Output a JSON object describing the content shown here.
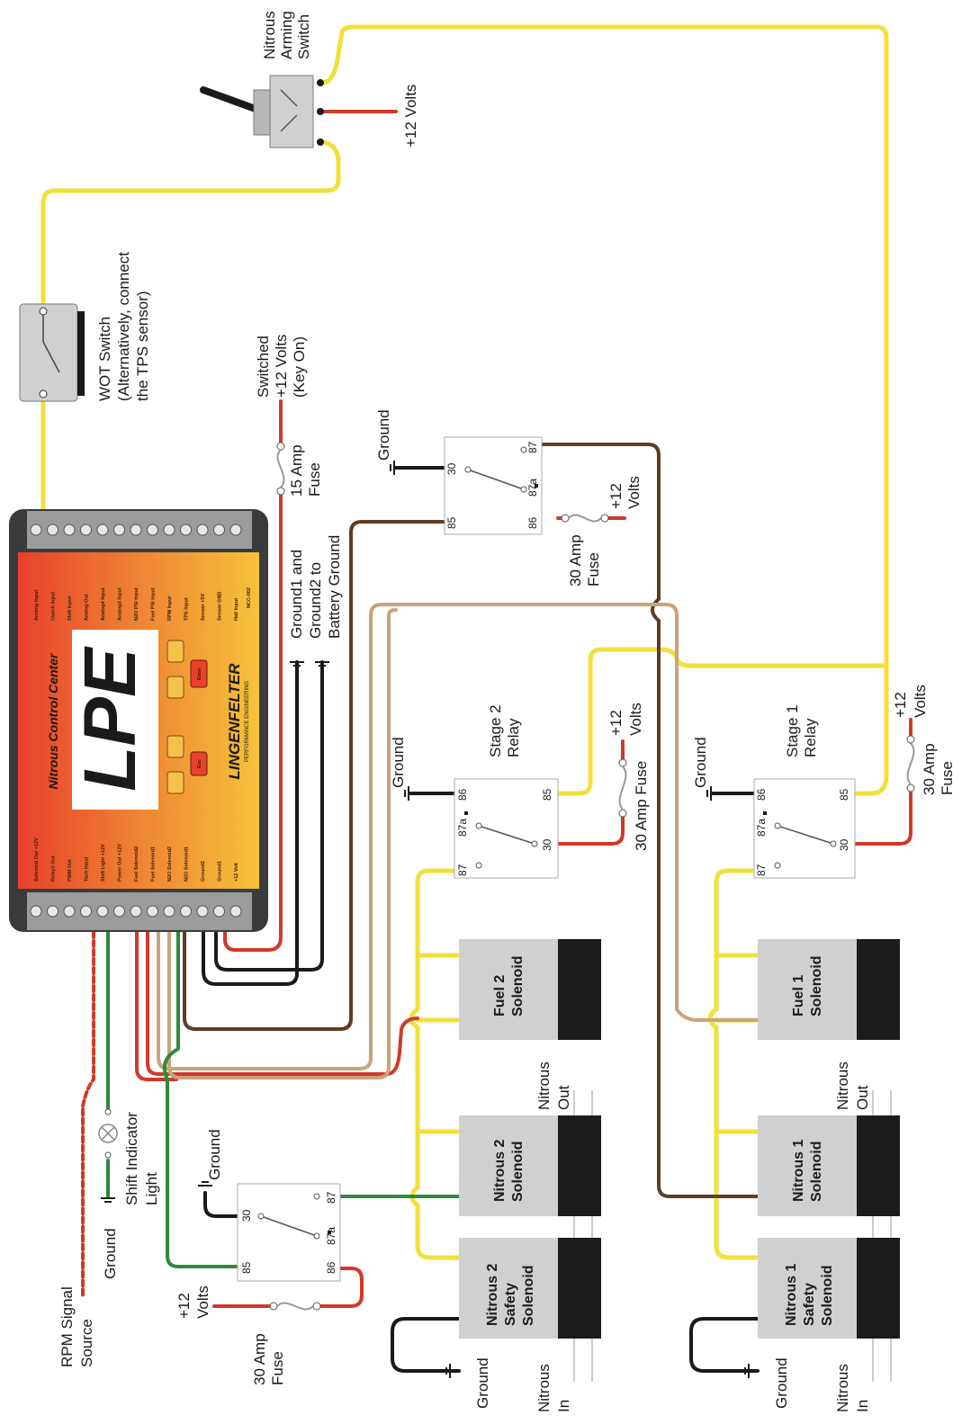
{
  "controller": {
    "title": "Nitrous Control Center",
    "logo": "LPE",
    "brand": "LINGENFELTER",
    "brand_sub": "PERFORMANCE ENGINEERING",
    "model": "NCC-002",
    "buttons": [
      "Esc",
      "Enter"
    ],
    "top_pins": [
      "Arming Input",
      "Clutch Input",
      "Shift Input",
      "Analog Out",
      "Analog4 Input",
      "Analog3 Input",
      "N2O PSI Input",
      "Fuel PSI Input",
      "RPM Input",
      "TPS Input",
      "Sensor +5V",
      "Sensor GND",
      "Hall Input"
    ],
    "bottom_pins": [
      "Solenoid Out +12V",
      "Relay1 Out",
      "PWM Out",
      "Tach Input",
      "Shift Light +12V",
      "Power Out +12V",
      "Fuel Solenoid2",
      "Fuel Solenoid1",
      "N2O Solenoid2",
      "N2O Solenoid1",
      "Ground2",
      "Ground1",
      "+12 Volt"
    ]
  },
  "labels": {
    "nitrous_arming_switch": [
      "Nitrous",
      "Arming",
      "Switch"
    ],
    "plus12_volts": "+12 Volts",
    "plus12": "+12",
    "volts": "Volts",
    "wot_switch": [
      "WOT Switch",
      "(Alternatively, connect",
      "the TPS sensor)"
    ],
    "switched_12v": [
      "Switched",
      "+12 Volts",
      "(Key On)"
    ],
    "fuse_15": [
      "15 Amp",
      "Fuse"
    ],
    "fuse_30": [
      "30 Amp",
      "Fuse"
    ],
    "fuse_30_inline": "30 Amp Fuse",
    "ground1_ground2": [
      "Ground1 and",
      "Ground2 to",
      "Battery Ground"
    ],
    "ground": "Ground",
    "stage1_relay": [
      "Stage 1",
      "Relay"
    ],
    "stage2_relay": [
      "Stage 2",
      "Relay"
    ],
    "rpm_signal": [
      "RPM Signal",
      "Source"
    ],
    "shift_light": [
      "Shift Indicator",
      "Light"
    ],
    "nitrous_in": [
      "Nitrous",
      "In"
    ],
    "nitrous_out": [
      "Nitrous",
      "Out"
    ]
  },
  "relay_pins": [
    "30",
    "87",
    "87a",
    "85",
    "86"
  ],
  "solenoids": {
    "fuel1": [
      "Fuel 1",
      "Solenoid"
    ],
    "fuel2": [
      "Fuel 2",
      "Solenoid"
    ],
    "nitrous1": [
      "Nitrous 1",
      "Solenoid"
    ],
    "nitrous2": [
      "Nitrous 2",
      "Solenoid"
    ],
    "safety1": [
      "Nitrous 1",
      "Safety",
      "Solenoid"
    ],
    "safety2": [
      "Nitrous 2",
      "Safety",
      "Solenoid"
    ]
  },
  "colors": {
    "yellow": "#f2e03a",
    "red": "#d03a2a",
    "brown": "#5e3d24",
    "tan": "#c8a47c",
    "green": "#2f8a3c",
    "black": "#1a1a1a",
    "controller_top": "#e8412c",
    "controller_bottom": "#f6c23a",
    "solenoid_body": "#cfd0d2"
  }
}
